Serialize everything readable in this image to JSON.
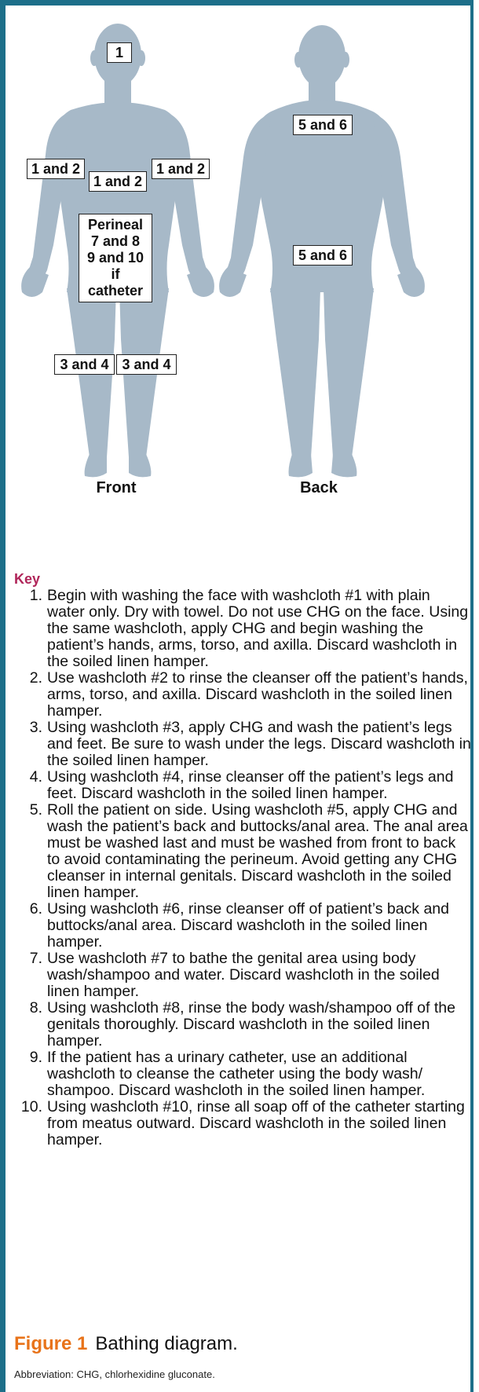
{
  "figure": {
    "front_caption": "Front",
    "back_caption": "Back",
    "front_labels": [
      {
        "id": "head",
        "text": "1"
      },
      {
        "id": "right-arm",
        "text": "1 and 2"
      },
      {
        "id": "torso",
        "text": "1 and 2"
      },
      {
        "id": "left-arm",
        "text": "1 and 2"
      },
      {
        "id": "perineal",
        "lines": [
          "Perineal",
          "7 and 8",
          "9 and 10",
          "if",
          "catheter"
        ]
      },
      {
        "id": "right-leg",
        "text": "3 and 4"
      },
      {
        "id": "left-leg",
        "text": "3 and 4"
      }
    ],
    "back_labels": [
      {
        "id": "upper-back",
        "text": "5 and 6"
      },
      {
        "id": "lower-back",
        "text": "5 and 6"
      }
    ],
    "colors": {
      "body": "#a7b9c8",
      "frame": "#1d6f89",
      "key_title": "#b0265a",
      "figure_number": "#e8731a"
    }
  },
  "key": {
    "title": "Key",
    "items": [
      {
        "n": "1.",
        "text": "Begin with washing the face with washcloth #1 with plain water only. Dry with towel. Do not use CHG on the face. Using the same washcloth, apply CHG and begin washing the patient’s hands, arms, torso, and axilla. Discard washcloth in the soiled linen hamper."
      },
      {
        "n": "2.",
        "text": "Use washcloth #2 to rinse the cleanser off the patient’s hands, arms, torso, and axilla. Discard washcloth in the soiled linen hamper."
      },
      {
        "n": "3.",
        "text": "Using washcloth #3, apply CHG and wash the patient’s legs and feet. Be sure to wash under the legs. Discard washcloth in the soiled linen hamper."
      },
      {
        "n": "4.",
        "text": "Using washcloth #4, rinse cleanser off the patient’s legs and feet. Discard washcloth in the soiled linen hamper."
      },
      {
        "n": "5.",
        "text": "Roll the patient on side. Using washcloth #5, apply CHG and wash the patient’s back and buttocks/anal area. The anal area must be washed last and must be washed from front to back to avoid contaminating the perineum. Avoid getting any CHG cleanser in internal genitals. Discard washcloth in the soiled linen hamper."
      },
      {
        "n": "6.",
        "text": "Using washcloth #6, rinse cleanser off of patient’s back and buttocks/anal area. Discard washcloth in the soiled linen hamper."
      },
      {
        "n": "7.",
        "text": "Use washcloth #7 to bathe the genital area using body wash/shampoo and water. Discard washcloth in the soiled linen hamper."
      },
      {
        "n": "8.",
        "text": "Using washcloth #8, rinse the body wash/shampoo off of the genitals thoroughly. Discard washcloth in the soiled linen hamper."
      },
      {
        "n": "9.",
        "text": "If the patient has a urinary catheter, use an additional washcloth to cleanse the catheter using the body wash/ shampoo. Discard washcloth in the soiled linen hamper."
      },
      {
        "n": "10.",
        "text": "Using washcloth #10, rinse all soap off of the catheter starting from meatus outward. Discard washcloth in the soiled linen hamper."
      }
    ]
  },
  "caption": {
    "figure_number": "Figure 1",
    "figure_title": "Bathing diagram.",
    "abbreviation": "Abbreviation: CHG, chlorhexidine gluconate."
  }
}
